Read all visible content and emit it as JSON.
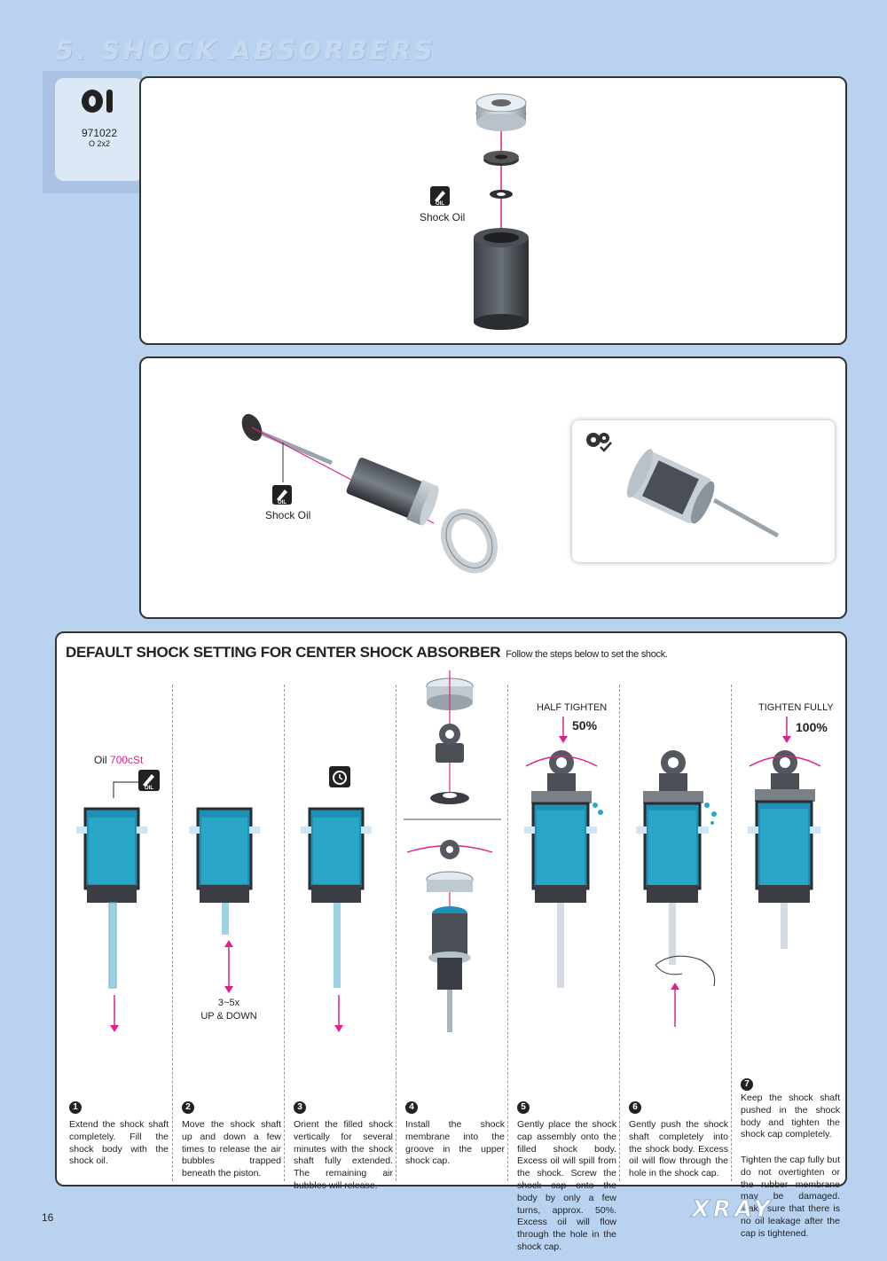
{
  "section_title": "5. SHOCK ABSORBERS",
  "part": {
    "icon": "o-ring-icon",
    "code": "971022",
    "desc": "O 2x2"
  },
  "panel1": {
    "oil_label": "Shock Oil"
  },
  "panel2": {
    "oil_label": "Shock Oil",
    "inset_icon": "gears-check-icon"
  },
  "setting": {
    "title": "DEFAULT SHOCK SETTING FOR CENTER SHOCK ABSORBER",
    "subtitle": "Follow the steps below to set the shock.",
    "oil_prefix": "Oil",
    "oil_value": "700cSt",
    "half_tighten": "HALF TIGHTEN",
    "half_pct": "50%",
    "tighten_fully": "TIGHTEN FULLY",
    "full_pct": "100%",
    "updown_count": "3~5x",
    "updown_label": "UP & DOWN",
    "steps": [
      {
        "num": "1",
        "text": "Extend the shock shaft completely. Fill the shock body with the shock oil."
      },
      {
        "num": "2",
        "text": "Move the shock shaft up and down a few times to release the air bubbles trapped beneath the piston."
      },
      {
        "num": "3",
        "text": "Orient the filled shock vertically for several minutes with the shock shaft fully extended. The remaining air bubbles will release."
      },
      {
        "num": "4",
        "text": "Install the shock membrane into the groove in the upper shock cap."
      },
      {
        "num": "5",
        "text": "Gently place the shock cap assembly onto the filled shock body. Excess oil will spill from the shock. Screw the shock cap onto the body by only a few turns, approx. 50%. Excess oil will flow through the hole in the shock cap."
      },
      {
        "num": "6",
        "text": "Gently push the shock shaft completely into the shock body. Excess oil will flow through the hole in the shock cap."
      },
      {
        "num": "7",
        "text": "Keep the shock shaft pushed in the shock body and tighten the shock cap completely.",
        "text2": "Tighten the cap fully but do not overtighten or the rubber membrane may be damaged. Make sure that there is no oil leakage after the cap is tightened."
      }
    ]
  },
  "page_number": "16",
  "brand": "XRAY",
  "colors": {
    "accent": "#e0208a",
    "oil": "#2aa6c8",
    "background": "#b9d2ef"
  }
}
